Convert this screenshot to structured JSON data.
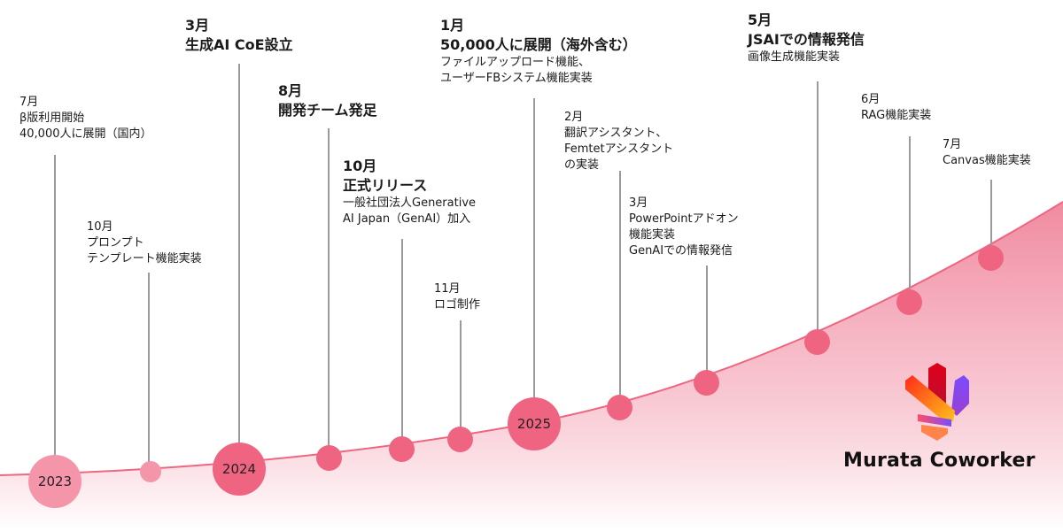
{
  "colors": {
    "curve": "#ee6680",
    "fill_top": "#f08aa0",
    "dot_primary": "#ef6481",
    "dot_light": "#f595aa",
    "stem": "#9a9a9a"
  },
  "years": [
    "2023",
    "2024",
    "2025"
  ],
  "milestones": [
    {
      "month": "7月",
      "lines": [
        "β版利用開始",
        "40,000人に展開（国内）"
      ],
      "bold": false
    },
    {
      "month": "10月",
      "lines": [
        "プロンプト",
        "テンプレート機能実装"
      ],
      "bold": false
    },
    {
      "month": "3月",
      "lines": [
        "生成AI CoE設立"
      ],
      "bold": true
    },
    {
      "month": "8月",
      "lines": [
        "開発チーム発足"
      ],
      "bold": true
    },
    {
      "month": "10月",
      "lines": [
        "正式リリース",
        "一般社団法人Generative",
        "AI Japan（GenAI）加入"
      ],
      "bold": true
    },
    {
      "month": "11月",
      "lines": [
        "ロゴ制作"
      ],
      "bold": false
    },
    {
      "month": "1月",
      "lines": [
        "50,000人に展開（海外含む）",
        "ファイルアップロード機能、",
        "ユーザーFBシステム機能実装"
      ],
      "bold": true
    },
    {
      "month": "2月",
      "lines": [
        "翻訳アシスタント、",
        "Femtetアシスタント",
        "の実装"
      ],
      "bold": false
    },
    {
      "month": "3月",
      "lines": [
        "PowerPointアドオン",
        "機能実装",
        "GenAIでの情報発信"
      ],
      "bold": false
    },
    {
      "month": "5月",
      "lines": [
        "JSAIでの情報発信",
        "画像生成機能実装"
      ],
      "bold": true
    },
    {
      "month": "6月",
      "lines": [
        "RAG機能実装"
      ],
      "bold": false
    },
    {
      "month": "7月",
      "lines": [
        "Canvas機能実装"
      ],
      "bold": false
    }
  ],
  "logo": {
    "name": "Murata Coworker",
    "icon": "murata-coworker-logo-icon"
  }
}
